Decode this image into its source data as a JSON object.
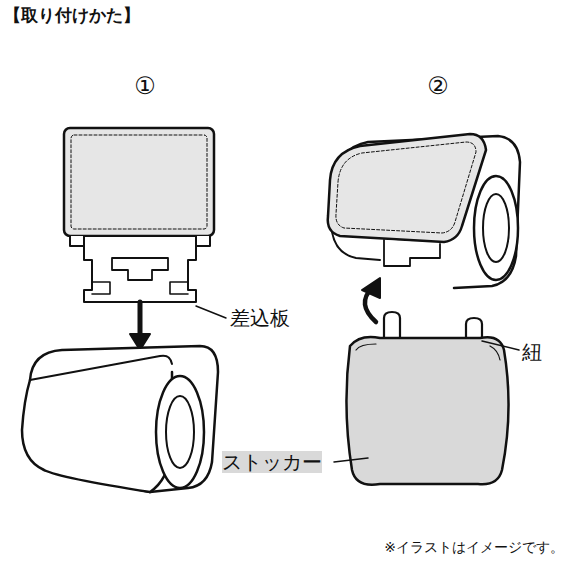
{
  "diagram": {
    "title": "【取り付けかた】",
    "caption": "※イラストはイメージです。",
    "labels": [
      "①",
      "②",
      "差込板",
      "紐",
      "ストッカー"
    ]
  }
}
